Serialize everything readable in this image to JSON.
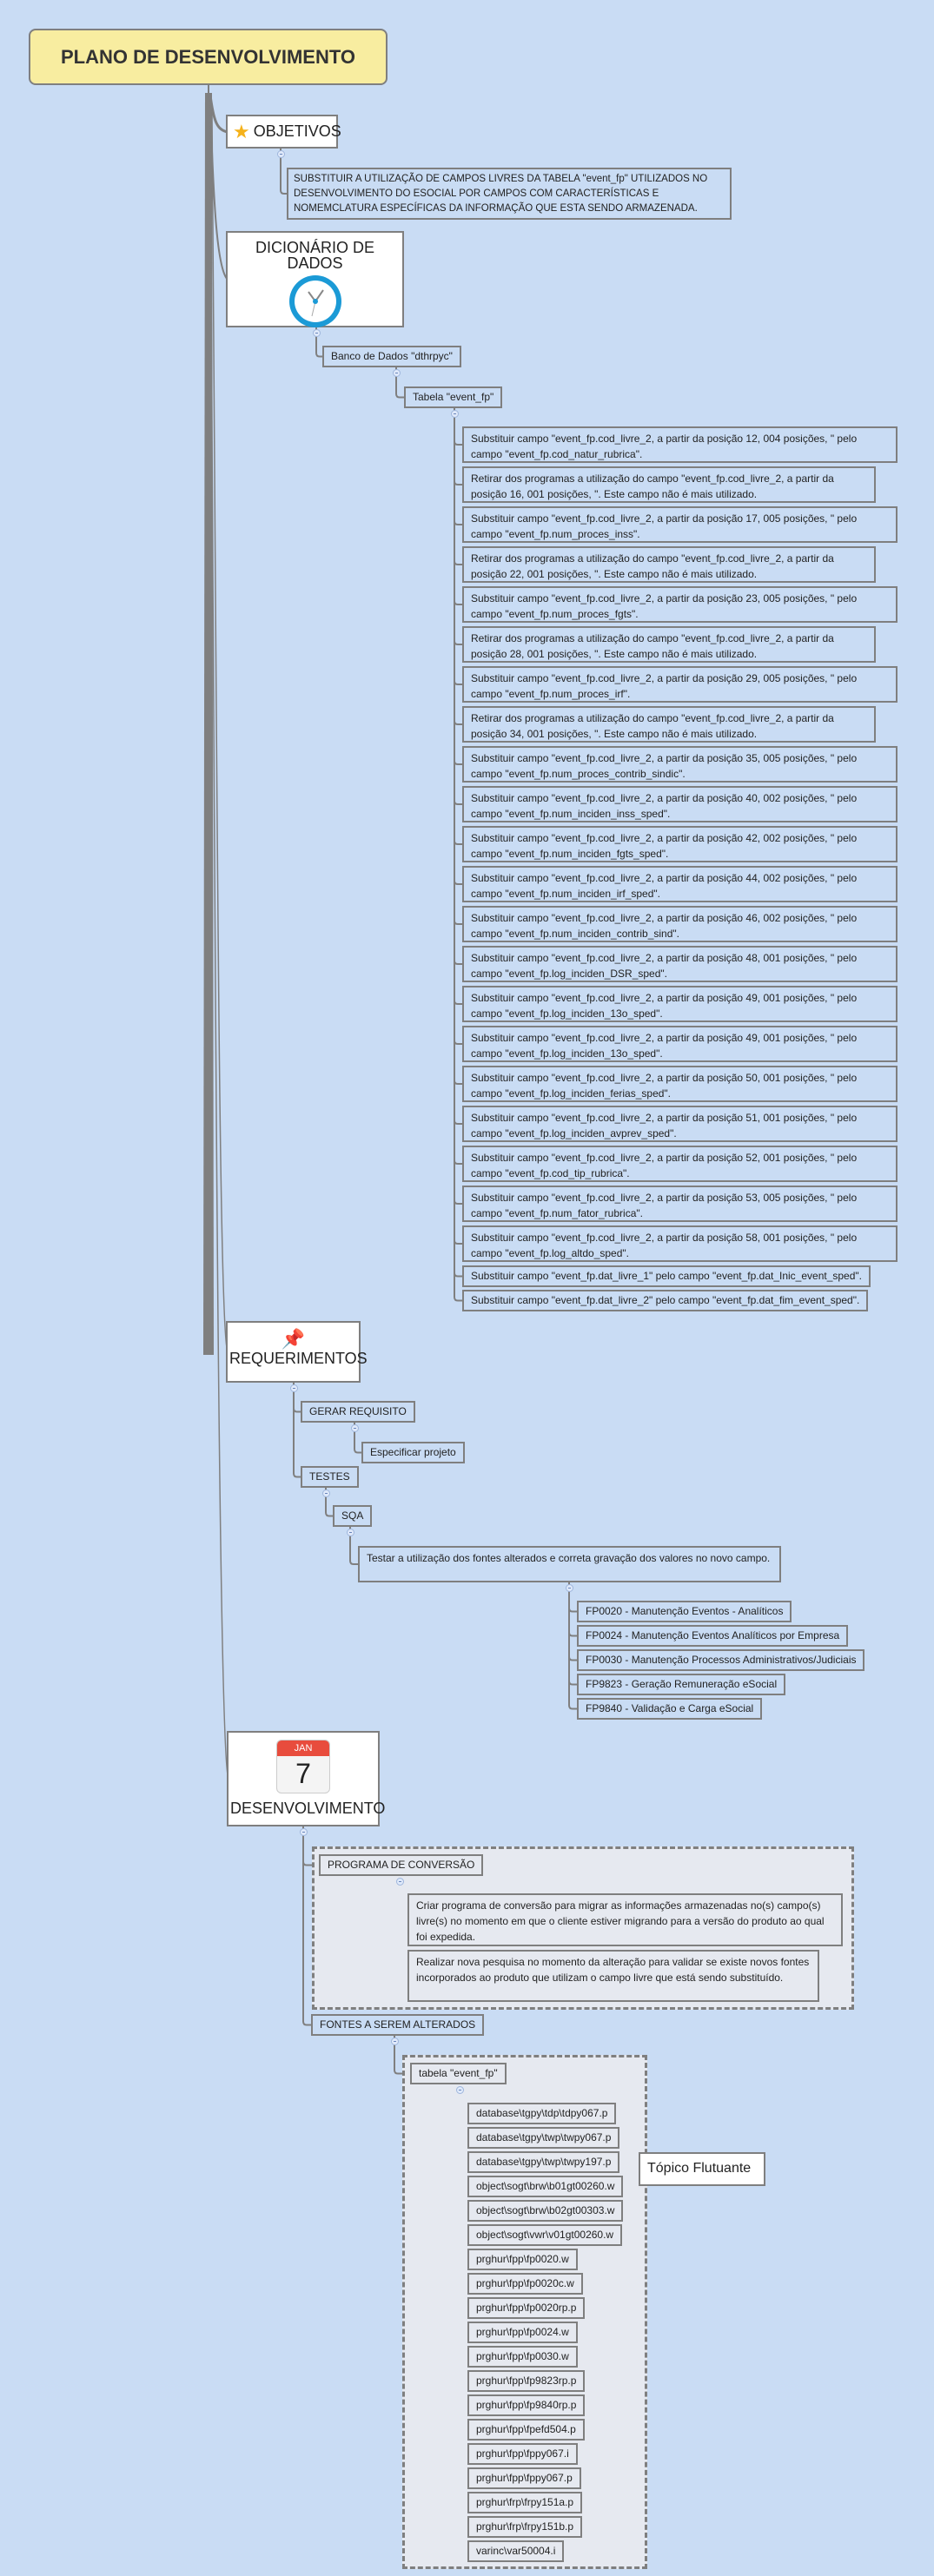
{
  "root": {
    "title": "PLANO DE DESENVOLVIMENTO"
  },
  "objetivos": {
    "title": "OBJETIVOS",
    "icon": "star-icon",
    "text": "SUBSTITUIR A UTILIZAÇÃO DE CAMPOS LIVRES DA TABELA \"event_fp\" UTILIZADOS NO DESENVOLVIMENTO DO ESOCIAL POR CAMPOS COM CARACTERÍSTICAS E NOMEMCLATURA ESPECÍFICAS DA INFORMAÇÃO QUE ESTA SENDO ARMAZENADA."
  },
  "dicionario": {
    "title": "DICIONÁRIO DE DADOS",
    "icon": "clock-icon",
    "banco": "Banco de Dados \"dthrpyc\"",
    "tabela": "Tabela \"event_fp\"",
    "items": [
      "Substituir campo \"event_fp.cod_livre_2, a partir da posição 12, 004 posições, \" pelo campo \"event_fp.cod_natur_rubrica\".",
      "Retirar dos programas a utilização do campo \"event_fp.cod_livre_2, a partir da posição 16, 001 posições, \". Este campo não é mais utilizado.",
      "Substituir campo \"event_fp.cod_livre_2, a partir da posição 17, 005 posições, \" pelo campo \"event_fp.num_proces_inss\".",
      "Retirar dos programas a utilização do campo \"event_fp.cod_livre_2, a partir da posição 22, 001 posições, \". Este campo não é mais utilizado.",
      "Substituir campo \"event_fp.cod_livre_2, a partir da posição 23, 005 posições, \" pelo campo \"event_fp.num_proces_fgts\".",
      "Retirar dos programas a utilização do campo \"event_fp.cod_livre_2, a partir da posição 28, 001 posições, \". Este campo não é mais utilizado.",
      "Substituir campo \"event_fp.cod_livre_2, a partir da posição 29, 005 posições, \" pelo campo \"event_fp.num_proces_irf\".",
      "Retirar dos programas a utilização do campo \"event_fp.cod_livre_2, a partir da posição 34, 001 posições, \". Este campo não é mais utilizado.",
      "Substituir campo \"event_fp.cod_livre_2, a partir da posição 35, 005 posições, \" pelo campo \"event_fp.num_proces_contrib_sindic\".",
      "Substituir campo \"event_fp.cod_livre_2, a partir da posição 40, 002 posições, \" pelo campo \"event_fp.num_inciden_inss_sped\".",
      "Substituir campo \"event_fp.cod_livre_2, a partir da posição 42, 002 posições, \" pelo campo \"event_fp.num_inciden_fgts_sped\".",
      "Substituir campo \"event_fp.cod_livre_2, a partir da posição 44, 002 posições, \" pelo campo \"event_fp.num_inciden_irf_sped\".",
      "Substituir campo \"event_fp.cod_livre_2, a partir da posição 46, 002 posições, \" pelo campo \"event_fp.num_inciden_contrib_sind\".",
      "Substituir campo \"event_fp.cod_livre_2, a partir da posição 48, 001 posições, \" pelo campo \"event_fp.log_inciden_DSR_sped\".",
      "Substituir campo \"event_fp.cod_livre_2, a partir da posição 49, 001 posições, \" pelo campo \"event_fp.log_inciden_13o_sped\".",
      "Substituir campo \"event_fp.cod_livre_2, a partir da posição 49, 001 posições, \" pelo campo \"event_fp.log_inciden_13o_sped\".",
      "Substituir campo \"event_fp.cod_livre_2, a partir da posição 50, 001 posições, \" pelo campo \"event_fp.log_inciden_ferias_sped\".",
      "Substituir campo \"event_fp.cod_livre_2, a partir da posição 51, 001 posições, \" pelo campo \"event_fp.log_inciden_avprev_sped\".",
      "Substituir campo \"event_fp.cod_livre_2, a partir da posição 52, 001 posições, \" pelo campo \"event_fp.cod_tip_rubrica\".",
      "Substituir campo \"event_fp.cod_livre_2, a partir da posição 53, 005 posições, \" pelo campo \"event_fp.num_fator_rubrica\".",
      "Substituir campo \"event_fp.cod_livre_2, a partir da posição 58, 001 posições, \" pelo campo \"event_fp.log_altdo_sped\"."
    ],
    "single_items": [
      "Substituir campo \"event_fp.dat_livre_1\" pelo campo \"event_fp.dat_Inic_event_sped\".",
      "Substituir campo \"event_fp.dat_livre_2\" pelo campo \"event_fp.dat_fim_event_sped\"."
    ]
  },
  "requerimentos": {
    "title": "REQUERIMENTOS",
    "icon": "pushpin-icon",
    "gerar": "GERAR REQUISITO",
    "especificar": "Especificar projeto",
    "testes": "TESTES",
    "sqa": "SQA",
    "testar": "Testar a utilização dos fontes alterados e correta gravação dos valores no novo campo.",
    "programas": [
      "FP0020 - Manutenção Eventos - Analíticos",
      "FP0024 - Manutenção Eventos Analíticos por Empresa",
      "FP0030 - Manutenção Processos Administrativos/Judiciais",
      "FP9823 - Geração Remuneração eSocial",
      "FP9840 - Validação e Carga eSocial"
    ]
  },
  "desenvolvimento": {
    "title": "DESENVOLVIMENTO",
    "icon": "calendar-icon",
    "calendar_month": "JAN",
    "calendar_day": "7",
    "programa": "PROGRAMA DE CONVERSÃO",
    "criar": "Criar programa de conversão para migrar as informações armazenadas no(s) campo(s) livre(s) no momento em que o cliente estiver migrando para a versão do produto ao qual foi expedida.",
    "realizar": "Realizar nova pesquisa no momento da alteração para validar se existe novos fontes incorporados ao produto que utilizam o campo livre que está sendo substituído.",
    "fontes": "FONTES A SEREM ALTERADOS",
    "tabela": "tabela \"event_fp\"",
    "files": [
      "database\\tgpy\\tdp\\tdpy067.p",
      "database\\tgpy\\twp\\twpy067.p",
      "database\\tgpy\\twp\\twpy197.p",
      "object\\sogt\\brw\\b01gt00260.w",
      "object\\sogt\\brw\\b02gt00303.w",
      "object\\sogt\\vwr\\v01gt00260.w",
      "prghur\\fpp\\fp0020.w",
      "prghur\\fpp\\fp0020c.w",
      "prghur\\fpp\\fp0020rp.p",
      "prghur\\fpp\\fp0024.w",
      "prghur\\fpp\\fp0030.w",
      "prghur\\fpp\\fp9823rp.p",
      "prghur\\fpp\\fp9840rp.p",
      "prghur\\fpp\\fpefd504.p",
      "prghur\\fpp\\fppy067.i",
      "prghur\\fpp\\fppy067.p",
      "prghur\\frp\\frpy151a.p",
      "prghur\\frp\\frpy151b.p",
      "varinc\\var50004.i"
    ],
    "floating": "Tópico Flutuante"
  },
  "colors": {
    "background": "#c9dcf4",
    "root_fill": "#f8eda0",
    "border": "#7f7f7f",
    "group_fill": "#e6e9f0"
  }
}
